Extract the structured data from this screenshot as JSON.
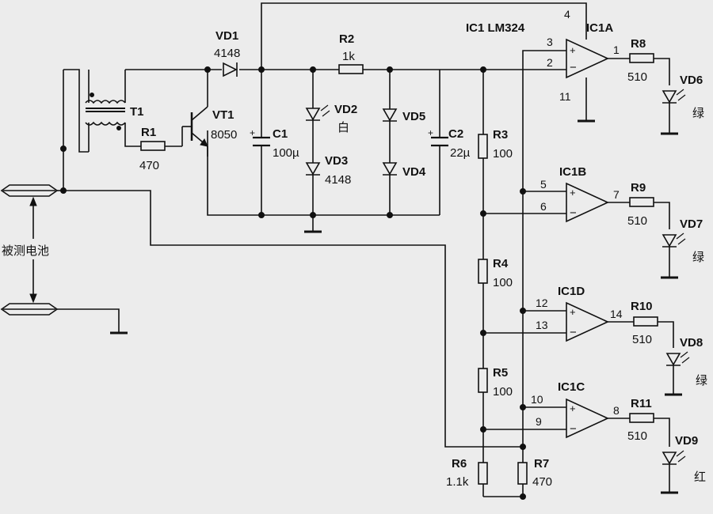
{
  "ic": {
    "title": "IC1 LM324",
    "pin_vcc": "4",
    "pin_gnd": "11"
  },
  "amps": [
    {
      "name": "IC1A",
      "in_plus": "3",
      "in_minus": "2",
      "out": "1"
    },
    {
      "name": "IC1B",
      "in_plus": "5",
      "in_minus": "6",
      "out": "7"
    },
    {
      "name": "IC1D",
      "in_plus": "12",
      "in_minus": "13",
      "out": "14"
    },
    {
      "name": "IC1C",
      "in_plus": "10",
      "in_minus": "9",
      "out": "8"
    }
  ],
  "transformer": {
    "name": "T1"
  },
  "transistor": {
    "name": "VT1",
    "value": "8050"
  },
  "r1": {
    "name": "R1",
    "value": "470"
  },
  "r2": {
    "name": "R2",
    "value": "1k"
  },
  "r3": {
    "name": "R3",
    "value": "100"
  },
  "r4": {
    "name": "R4",
    "value": "100"
  },
  "r5": {
    "name": "R5",
    "value": "100"
  },
  "r6": {
    "name": "R6",
    "value": "1.1k"
  },
  "r7": {
    "name": "R7",
    "value": "470"
  },
  "r8": {
    "name": "R8",
    "value": "510"
  },
  "r9": {
    "name": "R9",
    "value": "510"
  },
  "r10": {
    "name": "R10",
    "value": "510"
  },
  "r11": {
    "name": "R11",
    "value": "510"
  },
  "c1": {
    "name": "C1",
    "value": "100µ"
  },
  "c2": {
    "name": "C2",
    "value": "22µ"
  },
  "vd1": {
    "name": "VD1",
    "value": "4148"
  },
  "vd2": {
    "name": "VD2",
    "value": "白"
  },
  "vd3": {
    "name": "VD3",
    "value": "4148"
  },
  "vd4": {
    "name": "VD4"
  },
  "vd5": {
    "name": "VD5"
  },
  "vd6": {
    "name": "VD6",
    "color": "绿"
  },
  "vd7": {
    "name": "VD7",
    "color": "绿"
  },
  "vd8": {
    "name": "VD8",
    "color": "绿"
  },
  "vd9": {
    "name": "VD9",
    "color": "红"
  },
  "battery": {
    "label": "被测电池"
  },
  "colors": {
    "background": "#ececec",
    "ink": "#111111"
  }
}
